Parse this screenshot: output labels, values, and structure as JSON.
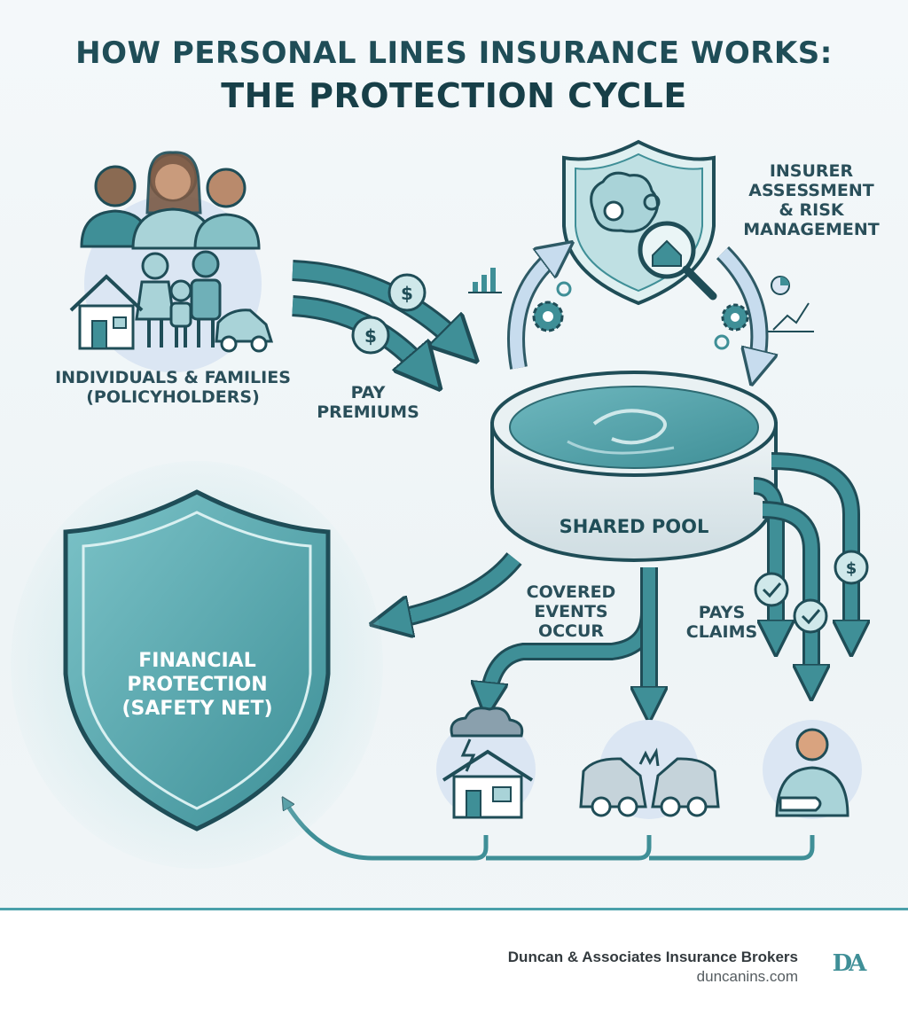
{
  "title": {
    "line1": "HOW PERSONAL LINES INSURANCE WORKS:",
    "line2": "THE PROTECTION CYCLE"
  },
  "labels": {
    "policyholders_line1": "INDIVIDUALS & FAMILIES",
    "policyholders_line2": "(POLICYHOLDERS)",
    "premiums_line1": "PAY",
    "premiums_line2": "PREMIUMS",
    "insurer_line1": "INSURER",
    "insurer_line2": "ASSESSMENT",
    "insurer_line3": "& RISK",
    "insurer_line4": "MANAGEMENT",
    "pool": "SHARED POOL",
    "events_line1": "COVERED",
    "events_line2": "EVENTS",
    "events_line3": "OCCUR",
    "claims_line1": "PAYS",
    "claims_line2": "CLAIMS",
    "protection_line1": "FINANCIAL",
    "protection_line2": "PROTECTION",
    "protection_line3": "(SAFETY NET)"
  },
  "footer": {
    "company": "Duncan & Associates Insurance Brokers",
    "website": "duncanins.com",
    "logo_letters": "DA"
  },
  "icons": [
    "people-icon",
    "house-icon",
    "car-icon",
    "dollar-coin-icon",
    "shield-icon",
    "brain-gears-icon",
    "magnifier-house-icon",
    "bar-chart-icon",
    "pie-chart-icon",
    "gear-icon",
    "check-icon",
    "storm-house-icon",
    "car-crash-icon",
    "injured-person-icon",
    "duncan-logo-icon"
  ],
  "colors": {
    "primary": "#3f8f97",
    "dark_teal": "#1f4d57",
    "light_teal": "#a9d3d8",
    "pale_blue": "#dbe6f3",
    "text": "#2a4f5a"
  }
}
